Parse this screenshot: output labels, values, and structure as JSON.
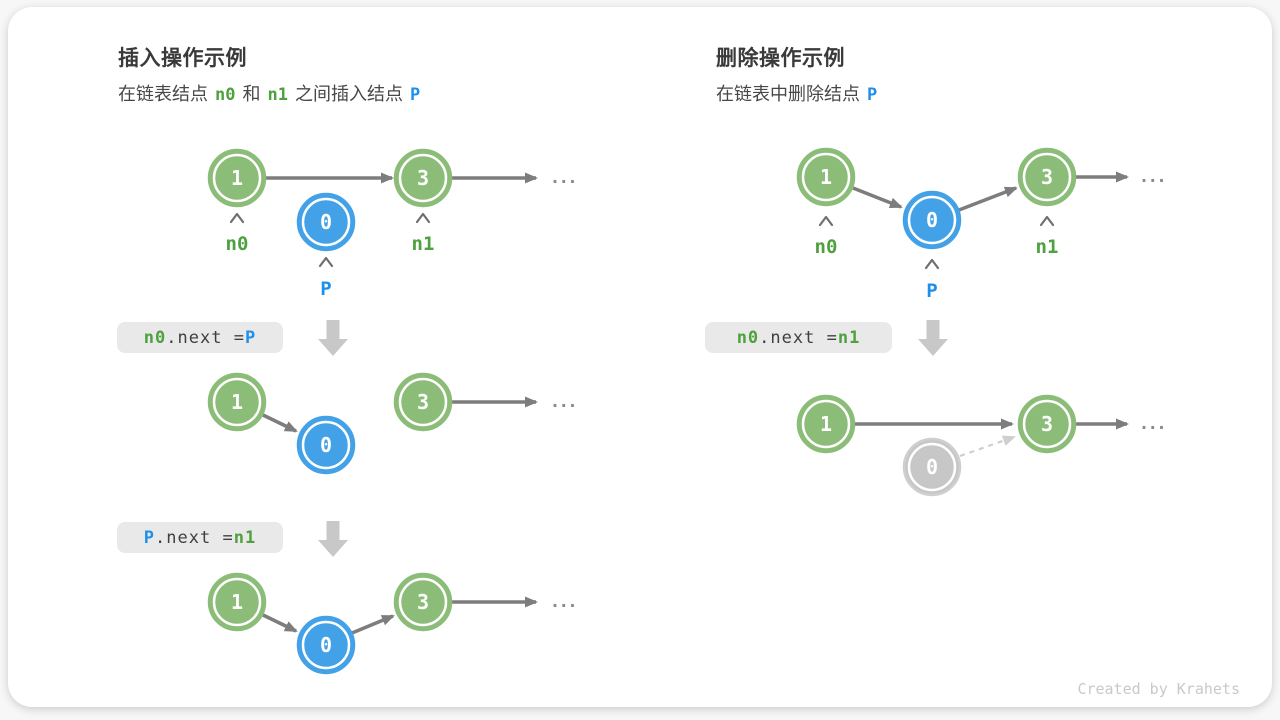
{
  "insert": {
    "title": "插入操作示例",
    "subtitle": {
      "part1": "在链表结点",
      "token_n0": "n0",
      "part2": "和",
      "token_n1": "n1",
      "part3": "之间插入结点",
      "token_p": "P"
    },
    "step1": {
      "node1": "1",
      "node_p": "0",
      "node3": "3",
      "label_n0": "n0",
      "label_n1": "n1",
      "label_p": "P",
      "ellipsis": "..."
    },
    "code1": {
      "lhs": "n0",
      "mid": ".next = ",
      "rhs": "P"
    },
    "step2": {
      "node1": "1",
      "node_p": "0",
      "node3": "3",
      "ellipsis": "..."
    },
    "code2": {
      "lhs": "P",
      "mid": ".next = ",
      "rhs": "n1"
    },
    "step3": {
      "node1": "1",
      "node_p": "0",
      "node3": "3",
      "ellipsis": "..."
    }
  },
  "delete": {
    "title": "删除操作示例",
    "subtitle": {
      "part1": "在链表中删除结点",
      "token_p": "P"
    },
    "step1": {
      "node1": "1",
      "node_p": "0",
      "node3": "3",
      "label_n0": "n0",
      "label_n1": "n1",
      "label_p": "P",
      "ellipsis": "..."
    },
    "code1": {
      "lhs": "n0",
      "mid": ".next = ",
      "rhs": "n1"
    },
    "step2": {
      "node1": "1",
      "node_p": "0",
      "node3": "3",
      "ellipsis": "..."
    }
  },
  "watermark": "Created by Krahets",
  "colors": {
    "node_green": "#8bbd78",
    "node_blue": "#43a1e8",
    "node_gray": "#c7c7c7",
    "text_green": "#4ea13e",
    "text_blue": "#1e8fea",
    "arrow": "#7d7d7d",
    "arrow_light": "#cfcfcf",
    "code_bg": "#e9e9e9",
    "block_arrow": "#c8c8c8"
  }
}
